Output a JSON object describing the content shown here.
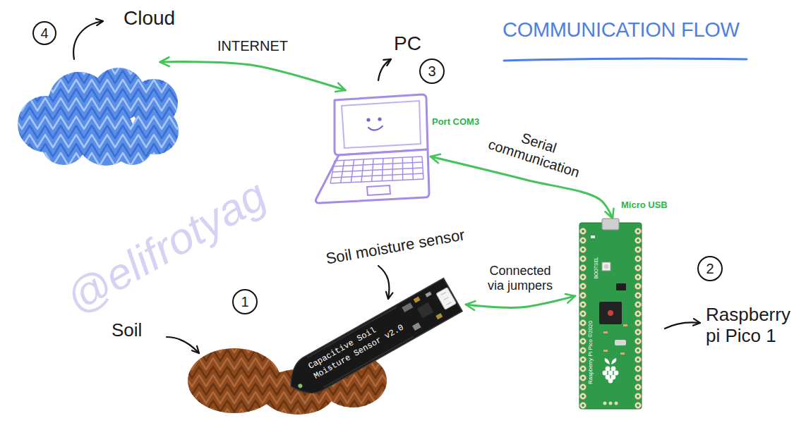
{
  "diagram": {
    "title": "COMMUNICATION FLOW",
    "nodes": [
      {
        "text": [
          "Cloud"
        ]
      },
      {
        "text": [
          "PC"
        ]
      },
      {
        "text": [
          "Soil moisture sensor",
          "Capacitive Soil Moisture Sensor v2.0"
        ]
      },
      {
        "text": [
          "Raspberry pi Pico 1"
        ]
      },
      {
        "text": [
          "Soil"
        ]
      }
    ],
    "edges": [
      {
        "from": 0,
        "to": 1,
        "label": "INTERNET",
        "arrow": "both"
      },
      {
        "from": 1,
        "to": 3,
        "label": "Serial communication",
        "arrow": "both"
      },
      {
        "from": 2,
        "to": 3,
        "label": "Connected via jumpers",
        "arrow": "both"
      }
    ],
    "labels": [
      "4",
      "3",
      "Port COM3",
      "Micro USB",
      "1",
      "2",
      "@elifrotyag",
      "BOOTSEL",
      "Raspberry Pi Pico ©2020"
    ]
  }
}
